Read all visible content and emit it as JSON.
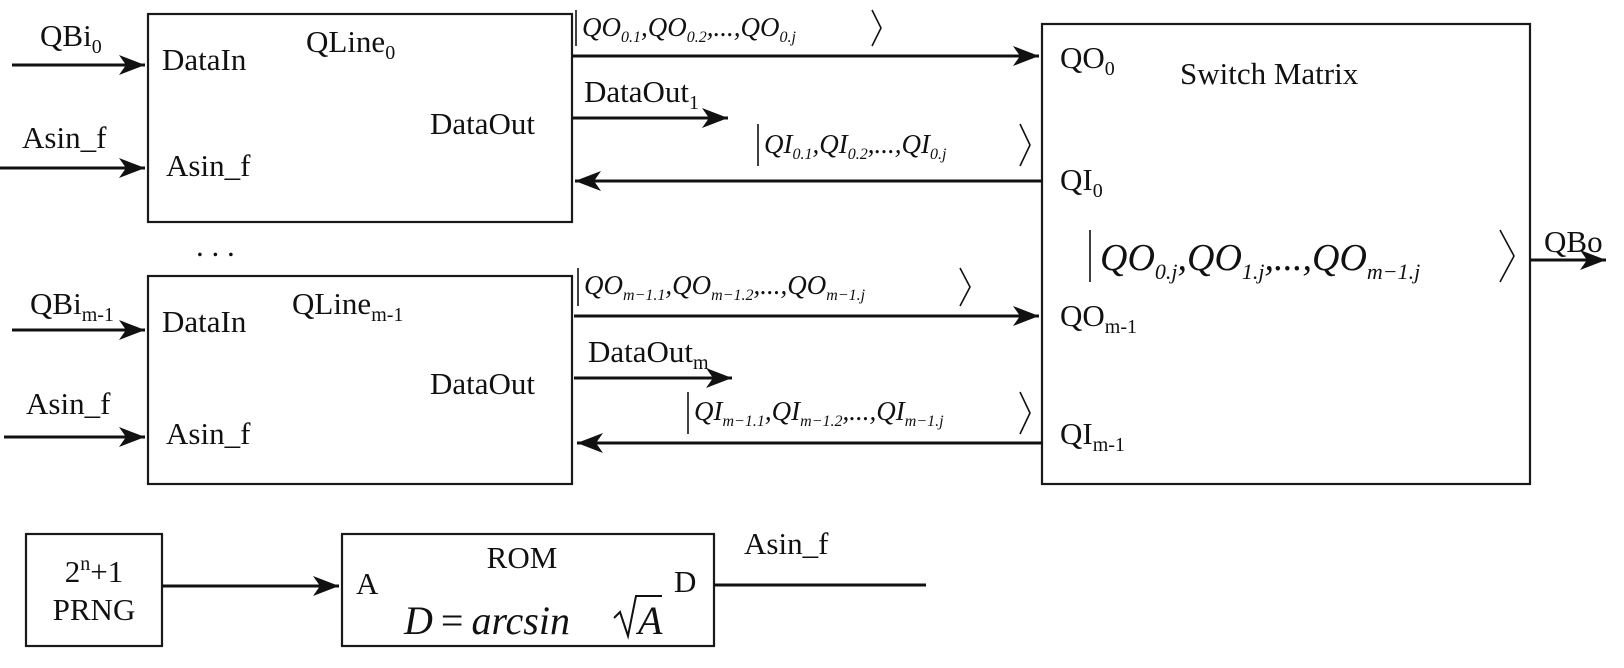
{
  "blocks": {
    "qline0": {
      "name": "QLine",
      "name_sub": "0",
      "port_in": "DataIn",
      "port_asin": "Asin_f",
      "port_out": "DataOut"
    },
    "qlinem1": {
      "name": "QLine",
      "name_sub": "m-1",
      "port_in": "DataIn",
      "port_asin": "Asin_f",
      "port_out": "DataOut"
    },
    "switch": {
      "title": "Switch Matrix",
      "qo0": "QO",
      "qo0_sub": "0",
      "qi0": "QI",
      "qi0_sub": "0",
      "qom1": "QO",
      "qom1_sub": "m-1",
      "qim1": "QI",
      "qim1_sub": "m-1"
    },
    "prng": {
      "line1_base": "2",
      "line1_sup": "n",
      "line1_rest": "+1",
      "line2": "PRNG"
    },
    "rom": {
      "title": "ROM",
      "port_a": "A",
      "port_d": "D",
      "eq_lhs": "D",
      "eq_op": "=",
      "eq_fn": "arcsin",
      "eq_arg": "A"
    }
  },
  "signals": {
    "qbi0": {
      "text": "QBi",
      "sub": "0"
    },
    "asin_top": "Asin_f",
    "qbim1": {
      "text": "QBi",
      "sub": "m-1"
    },
    "asin_mid": "Asin_f",
    "dataout1": {
      "text": "DataOut",
      "sub": "1"
    },
    "dataoutm": {
      "text": "DataOut",
      "sub": "m"
    },
    "qbo": "QBo",
    "asin_rom": "Asin_f",
    "ellipsis": ". . ."
  },
  "kets": {
    "qo0": {
      "a": "QO",
      "a_sub": "0.1",
      "sep1": ",",
      "b": "QO",
      "b_sub": "0.2",
      "sep2": ",...,",
      "c": "QO",
      "c_sub": "0.j"
    },
    "qi0": {
      "a": "QI",
      "a_sub": "0.1",
      "sep1": ",",
      "b": "QI",
      "b_sub": "0.2",
      "sep2": ",...,",
      "c": "QI",
      "c_sub": "0.j"
    },
    "qom1": {
      "a": "QO",
      "a_sub": "m−1.1",
      "sep1": ",",
      "b": "QO",
      "b_sub": "m−1.2",
      "sep2": ",...,",
      "c": "QO",
      "c_sub": "m−1.j"
    },
    "qim1": {
      "a": "QI",
      "a_sub": "m−1.1",
      "sep1": ",",
      "b": "QI",
      "b_sub": "m−1.2",
      "sep2": ",...,",
      "c": "QI",
      "c_sub": "m−1.j"
    },
    "out": {
      "a": "QO",
      "a_sub": "0.j",
      "sep1": ",",
      "b": "QO",
      "b_sub": "1.j",
      "sep2": ",...,",
      "c": "QO",
      "c_sub": "m−1.j"
    }
  }
}
